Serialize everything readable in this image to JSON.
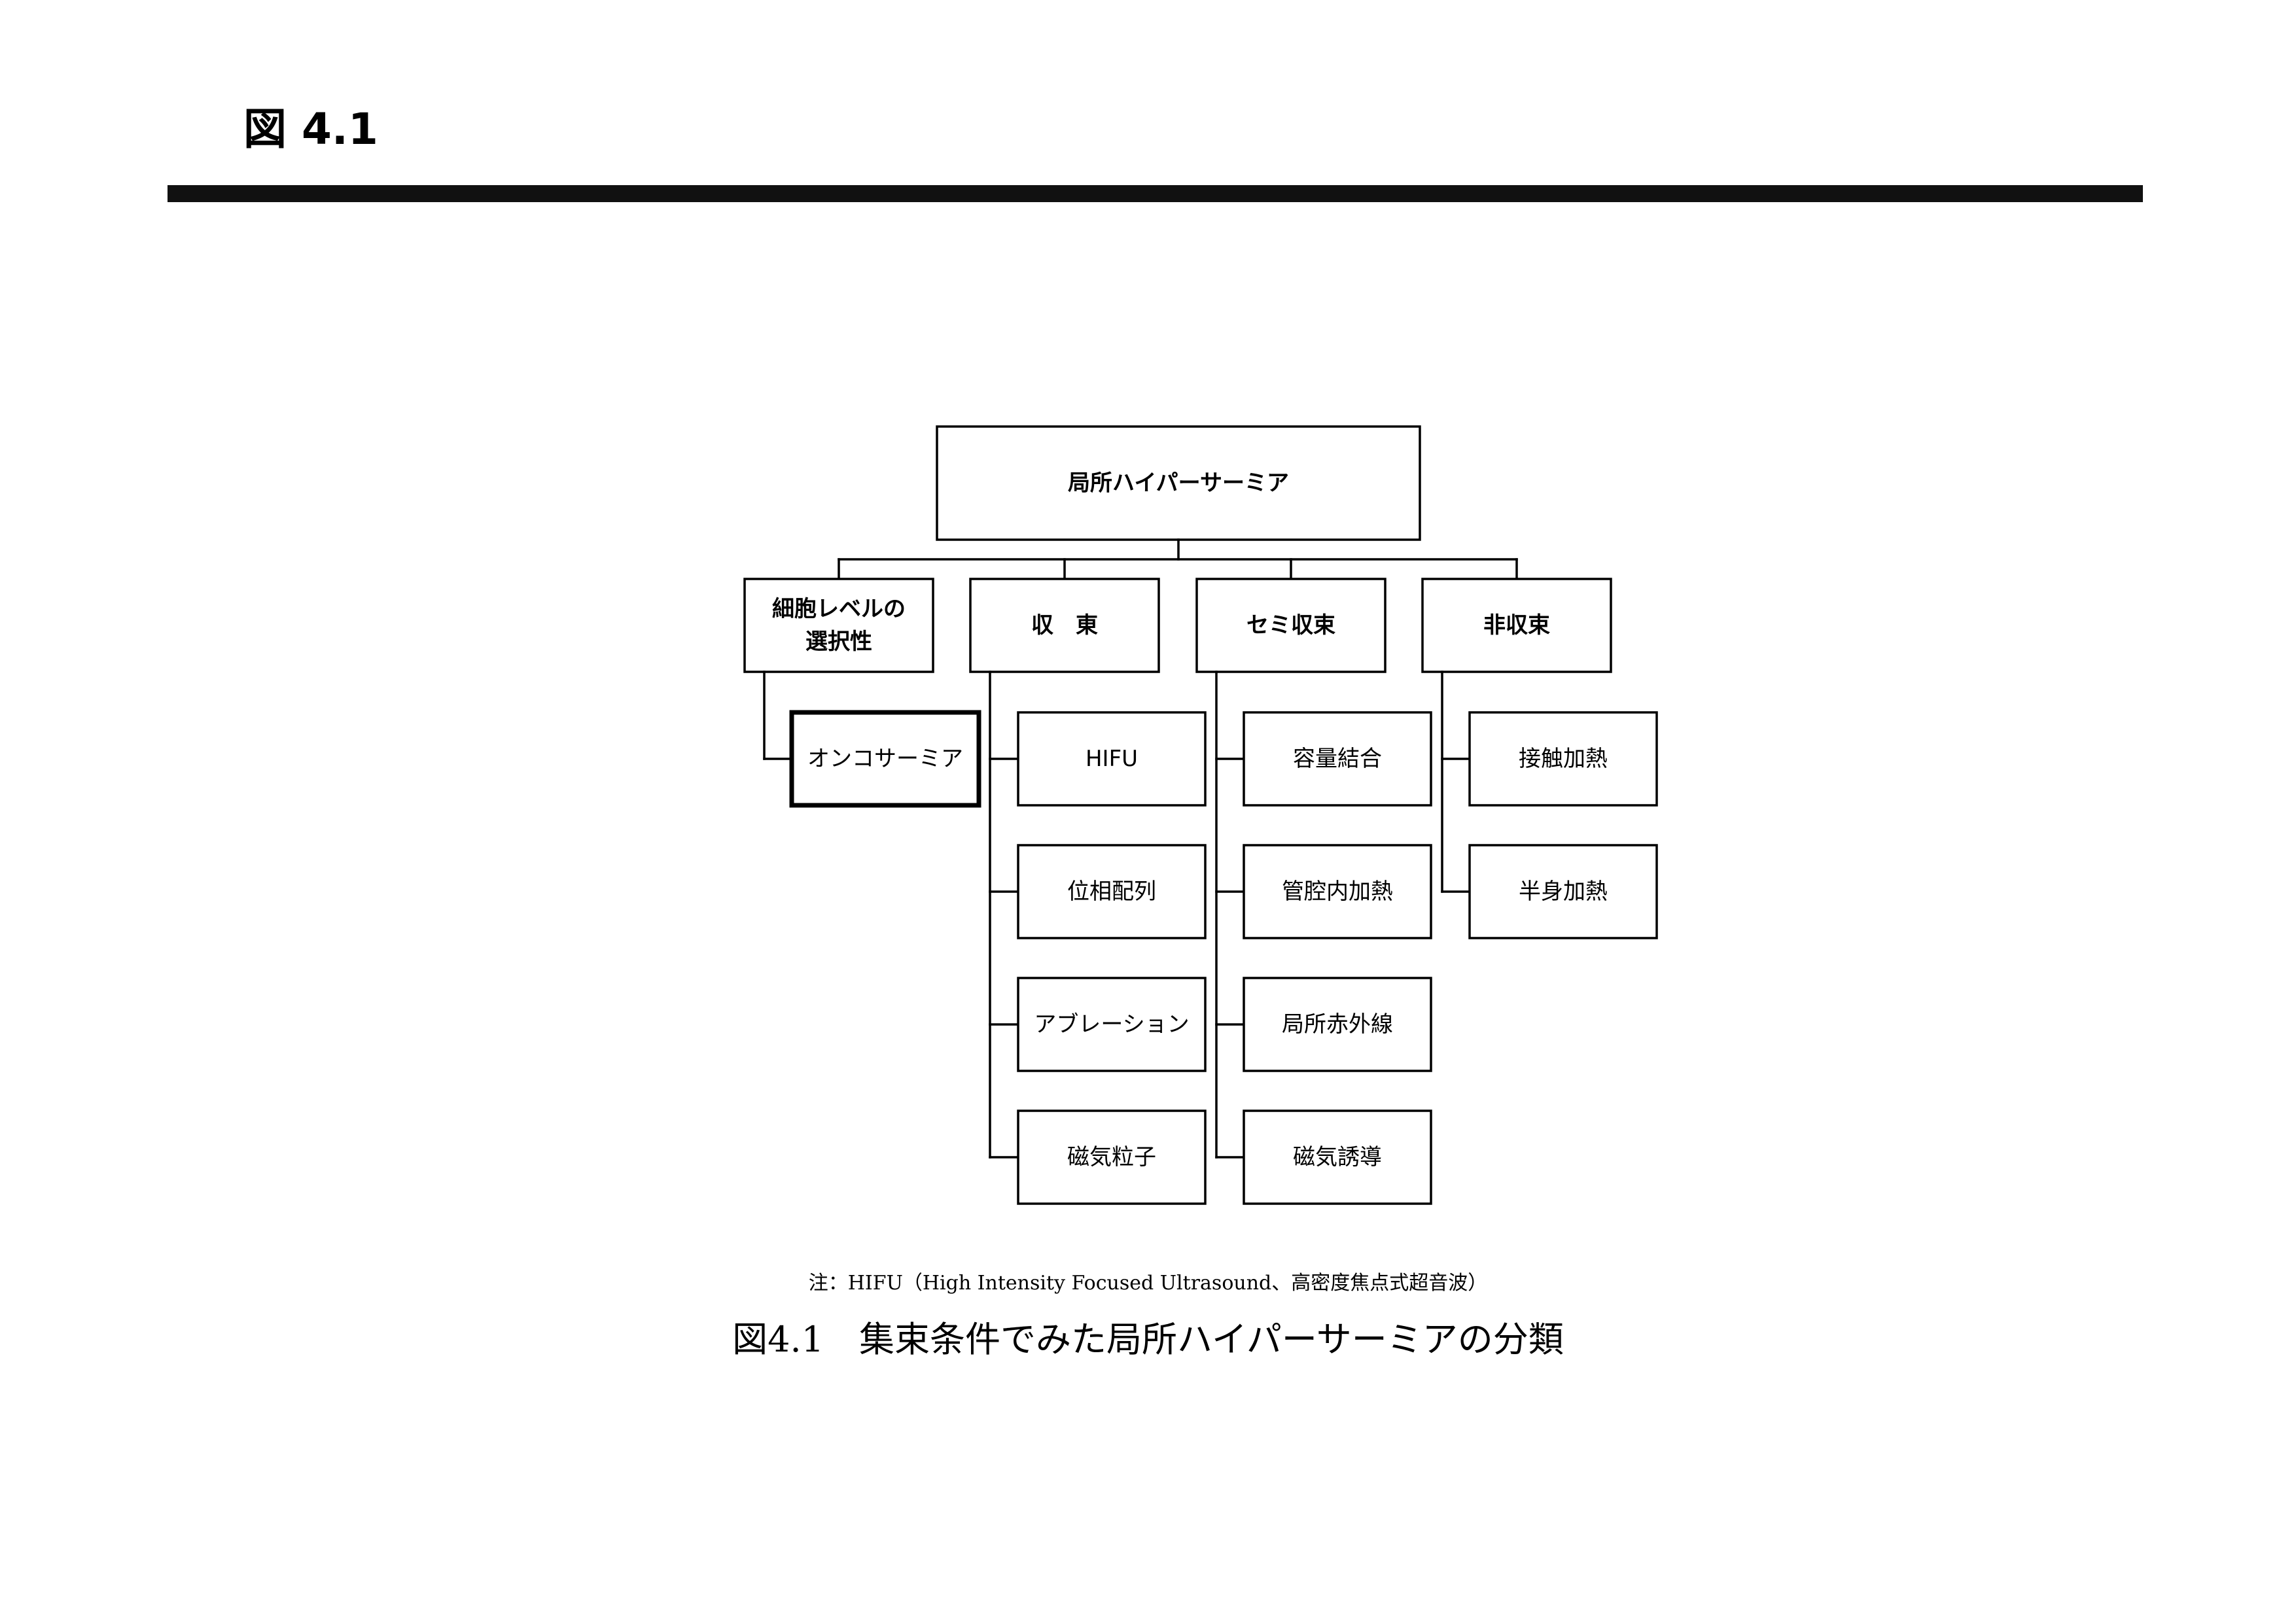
{
  "page": {
    "heading": "図 4.1"
  },
  "diagram": {
    "root": "局所ハイパーサーミア",
    "categories": [
      {
        "lines": [
          "細胞レベルの",
          "選択性"
        ],
        "children": [
          "オンコサーミア"
        ]
      },
      {
        "lines": [
          "収　東"
        ],
        "children": [
          "HIFU",
          "位相配列",
          "アブレーション",
          "磁気粒子"
        ]
      },
      {
        "lines": [
          "セミ収束"
        ],
        "children": [
          "容量結合",
          "管腔内加熱",
          "局所赤外線",
          "磁気誘導"
        ]
      },
      {
        "lines": [
          "非収束"
        ],
        "children": [
          "接触加熱",
          "半身加熱"
        ]
      }
    ],
    "note": "注：HIFU（High Intensity Focused Ultrasound、高密度焦点式超音波）"
  },
  "caption": "図4.1　集束条件でみた局所ハイパーサーミアの分類"
}
